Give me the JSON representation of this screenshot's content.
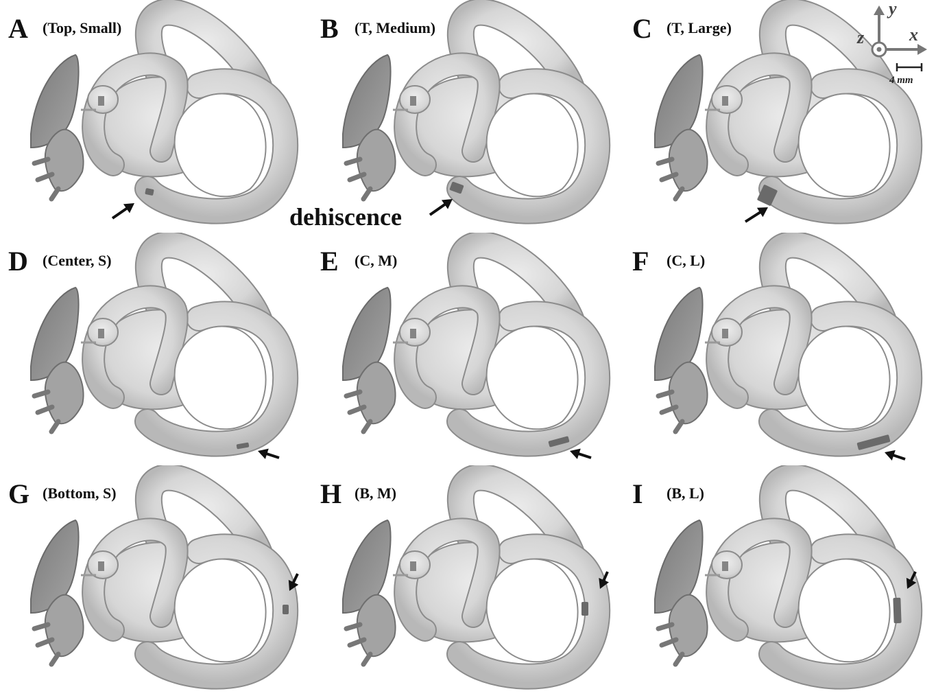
{
  "panels": [
    {
      "letter": "A",
      "caption": "(Top, Small)",
      "marker": "top",
      "size": "small"
    },
    {
      "letter": "B",
      "caption": "(T, Medium)",
      "marker": "top",
      "size": "medium"
    },
    {
      "letter": "C",
      "caption": "(T, Large)",
      "marker": "top",
      "size": "large"
    },
    {
      "letter": "D",
      "caption": "(Center, S)",
      "marker": "center",
      "size": "small"
    },
    {
      "letter": "E",
      "caption": "(C, M)",
      "marker": "center",
      "size": "medium"
    },
    {
      "letter": "F",
      "caption": "(C, L)",
      "marker": "center",
      "size": "large"
    },
    {
      "letter": "G",
      "caption": "(Bottom, S)",
      "marker": "bottom",
      "size": "small"
    },
    {
      "letter": "H",
      "caption": "(B, M)",
      "marker": "bottom",
      "size": "medium"
    },
    {
      "letter": "I",
      "caption": "(B, L)",
      "marker": "bottom",
      "size": "large"
    }
  ],
  "dehiscence_label": "dehiscence",
  "axes": {
    "x": "x",
    "y": "y",
    "z": "z"
  },
  "scale_bar": {
    "label": "4 mm"
  },
  "colors": {
    "bone": "#d6d6d6",
    "bone_dark": "#9a9a9a",
    "outline": "#8c8c8c",
    "ossicle": "#858585",
    "dehiscence": "#6a6a6a",
    "arrow": "#111111",
    "axis": "#777777"
  }
}
